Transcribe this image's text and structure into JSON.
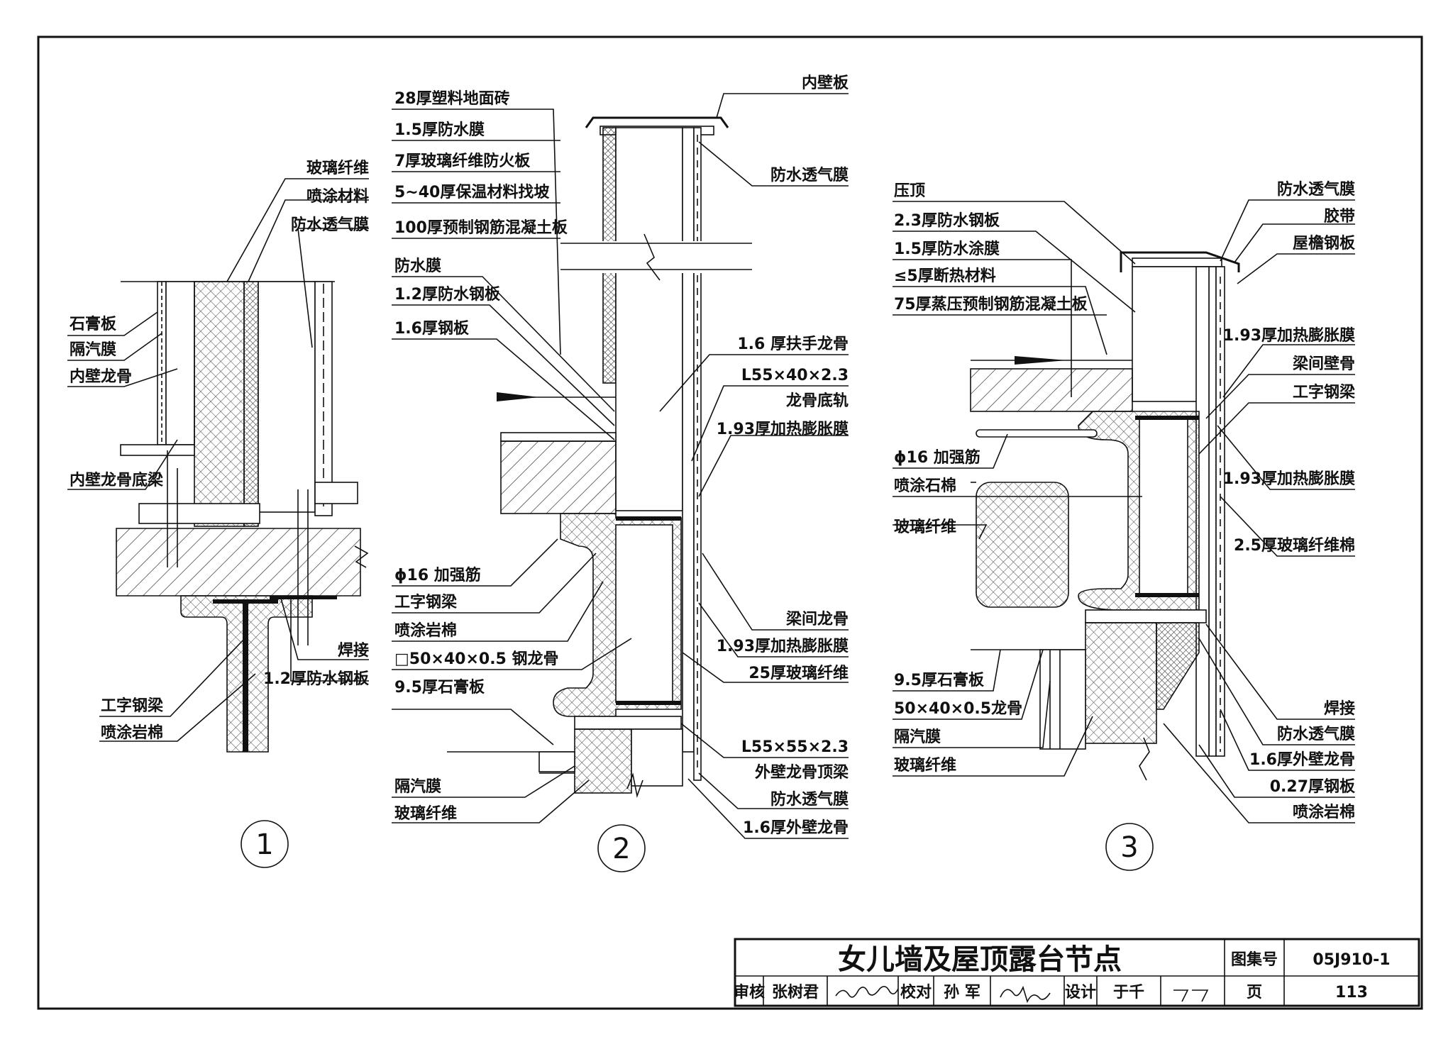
{
  "detail1": {
    "number": "1",
    "labels": {
      "glass_fiber": "玻璃纤维",
      "spray_material": "喷涂材料",
      "breathable_membrane": "防水透气膜",
      "gypsum_board": "石膏板",
      "vapor_barrier": "隔汽膜",
      "inner_stud": "内壁龙骨",
      "inner_stud_sill": "内壁龙骨底梁",
      "welding": "焊接",
      "waterproof_steel": "1.2厚防水钢板",
      "i_beam": "工字钢梁",
      "spray_rockwool": "喷涂岩棉"
    }
  },
  "detail2": {
    "number": "2",
    "labels": {
      "plastic_tile": "28厚塑料地面砖",
      "membrane_15": "1.5厚防水膜",
      "fire_board": "7厚玻璃纤维防火板",
      "insul_slope": "5~40厚保温材料找坡",
      "precast_slab": "100厚预制钢筋混凝土板",
      "wp_membrane": "防水膜",
      "wp_steel_12": "1.2厚防水钢板",
      "steel_16": "1.6厚钢板",
      "rebar": "ϕ16 加强筋",
      "i_beam": "工字钢梁",
      "spray_rockwool": "喷涂岩棉",
      "steel_stud": "□50×40×0.5 钢龙骨",
      "gypsum_95": "9.5厚石膏板",
      "vapor_barrier": "隔汽膜",
      "glass_fiber": "玻璃纤维",
      "inner_panel": "内壁板",
      "breathable_top": "防水透气膜",
      "rail_stud": "1.6 厚扶手龙骨",
      "angle_55_40": "L55×40×2.3",
      "stud_track": "龙骨底轨",
      "heat_film_1": "1.93厚加热膨胀膜",
      "girt": "梁间龙骨",
      "heat_film_2": "1.93厚加热膨胀膜",
      "glass_fiber_25": "25厚玻璃纤维",
      "angle_55_55": "L55×55×2.3",
      "outer_top_beam": "外壁龙骨顶梁",
      "breathable_bottom": "防水透气膜",
      "outer_stud": "1.6厚外壁龙骨"
    }
  },
  "detail3": {
    "number": "3",
    "labels": {
      "coping": "压顶",
      "wp_steel_23": "2.3厚防水钢板",
      "wp_coating": "1.5厚防水涂膜",
      "insul_5": "≤5厚断热材料",
      "alc_slab": "75厚蒸压预制钢筋混凝土板",
      "rebar": "ϕ16 加强筋",
      "spray_asbestos": "喷涂石棉",
      "glass_fiber": "玻璃纤维",
      "gypsum_95": "9.5厚石膏板",
      "stud_50": "50×40×0.5龙骨",
      "vapor_barrier": "隔汽膜",
      "glass_fiber_2": "玻璃纤维",
      "breathable_top": "防水透气膜",
      "tape": "胶带",
      "eave_steel": "屋檐钢板",
      "heat_film_1": "1.93厚加热膨胀膜",
      "girt": "梁间壁骨",
      "i_beam": "工字钢梁",
      "heat_film_2": "1.93厚加热膨胀膜",
      "glass_wool": "2.5厚玻璃纤维棉",
      "welding": "焊接",
      "breathable_bottom": "防水透气膜",
      "outer_stud": "1.6厚外壁龙骨",
      "steel_027": "0.27厚钢板",
      "spray_rockwool": "喷涂岩棉"
    }
  },
  "title_block": {
    "title": "女儿墙及屋顶露台节点",
    "atlas_label": "图集号",
    "atlas_no": "05J910-1",
    "review_label": "审核",
    "reviewer": "张树君",
    "check_label": "校对",
    "checker": "孙 军",
    "design_label": "设计",
    "designer": "于千",
    "page_label": "页",
    "page_no": "113"
  }
}
